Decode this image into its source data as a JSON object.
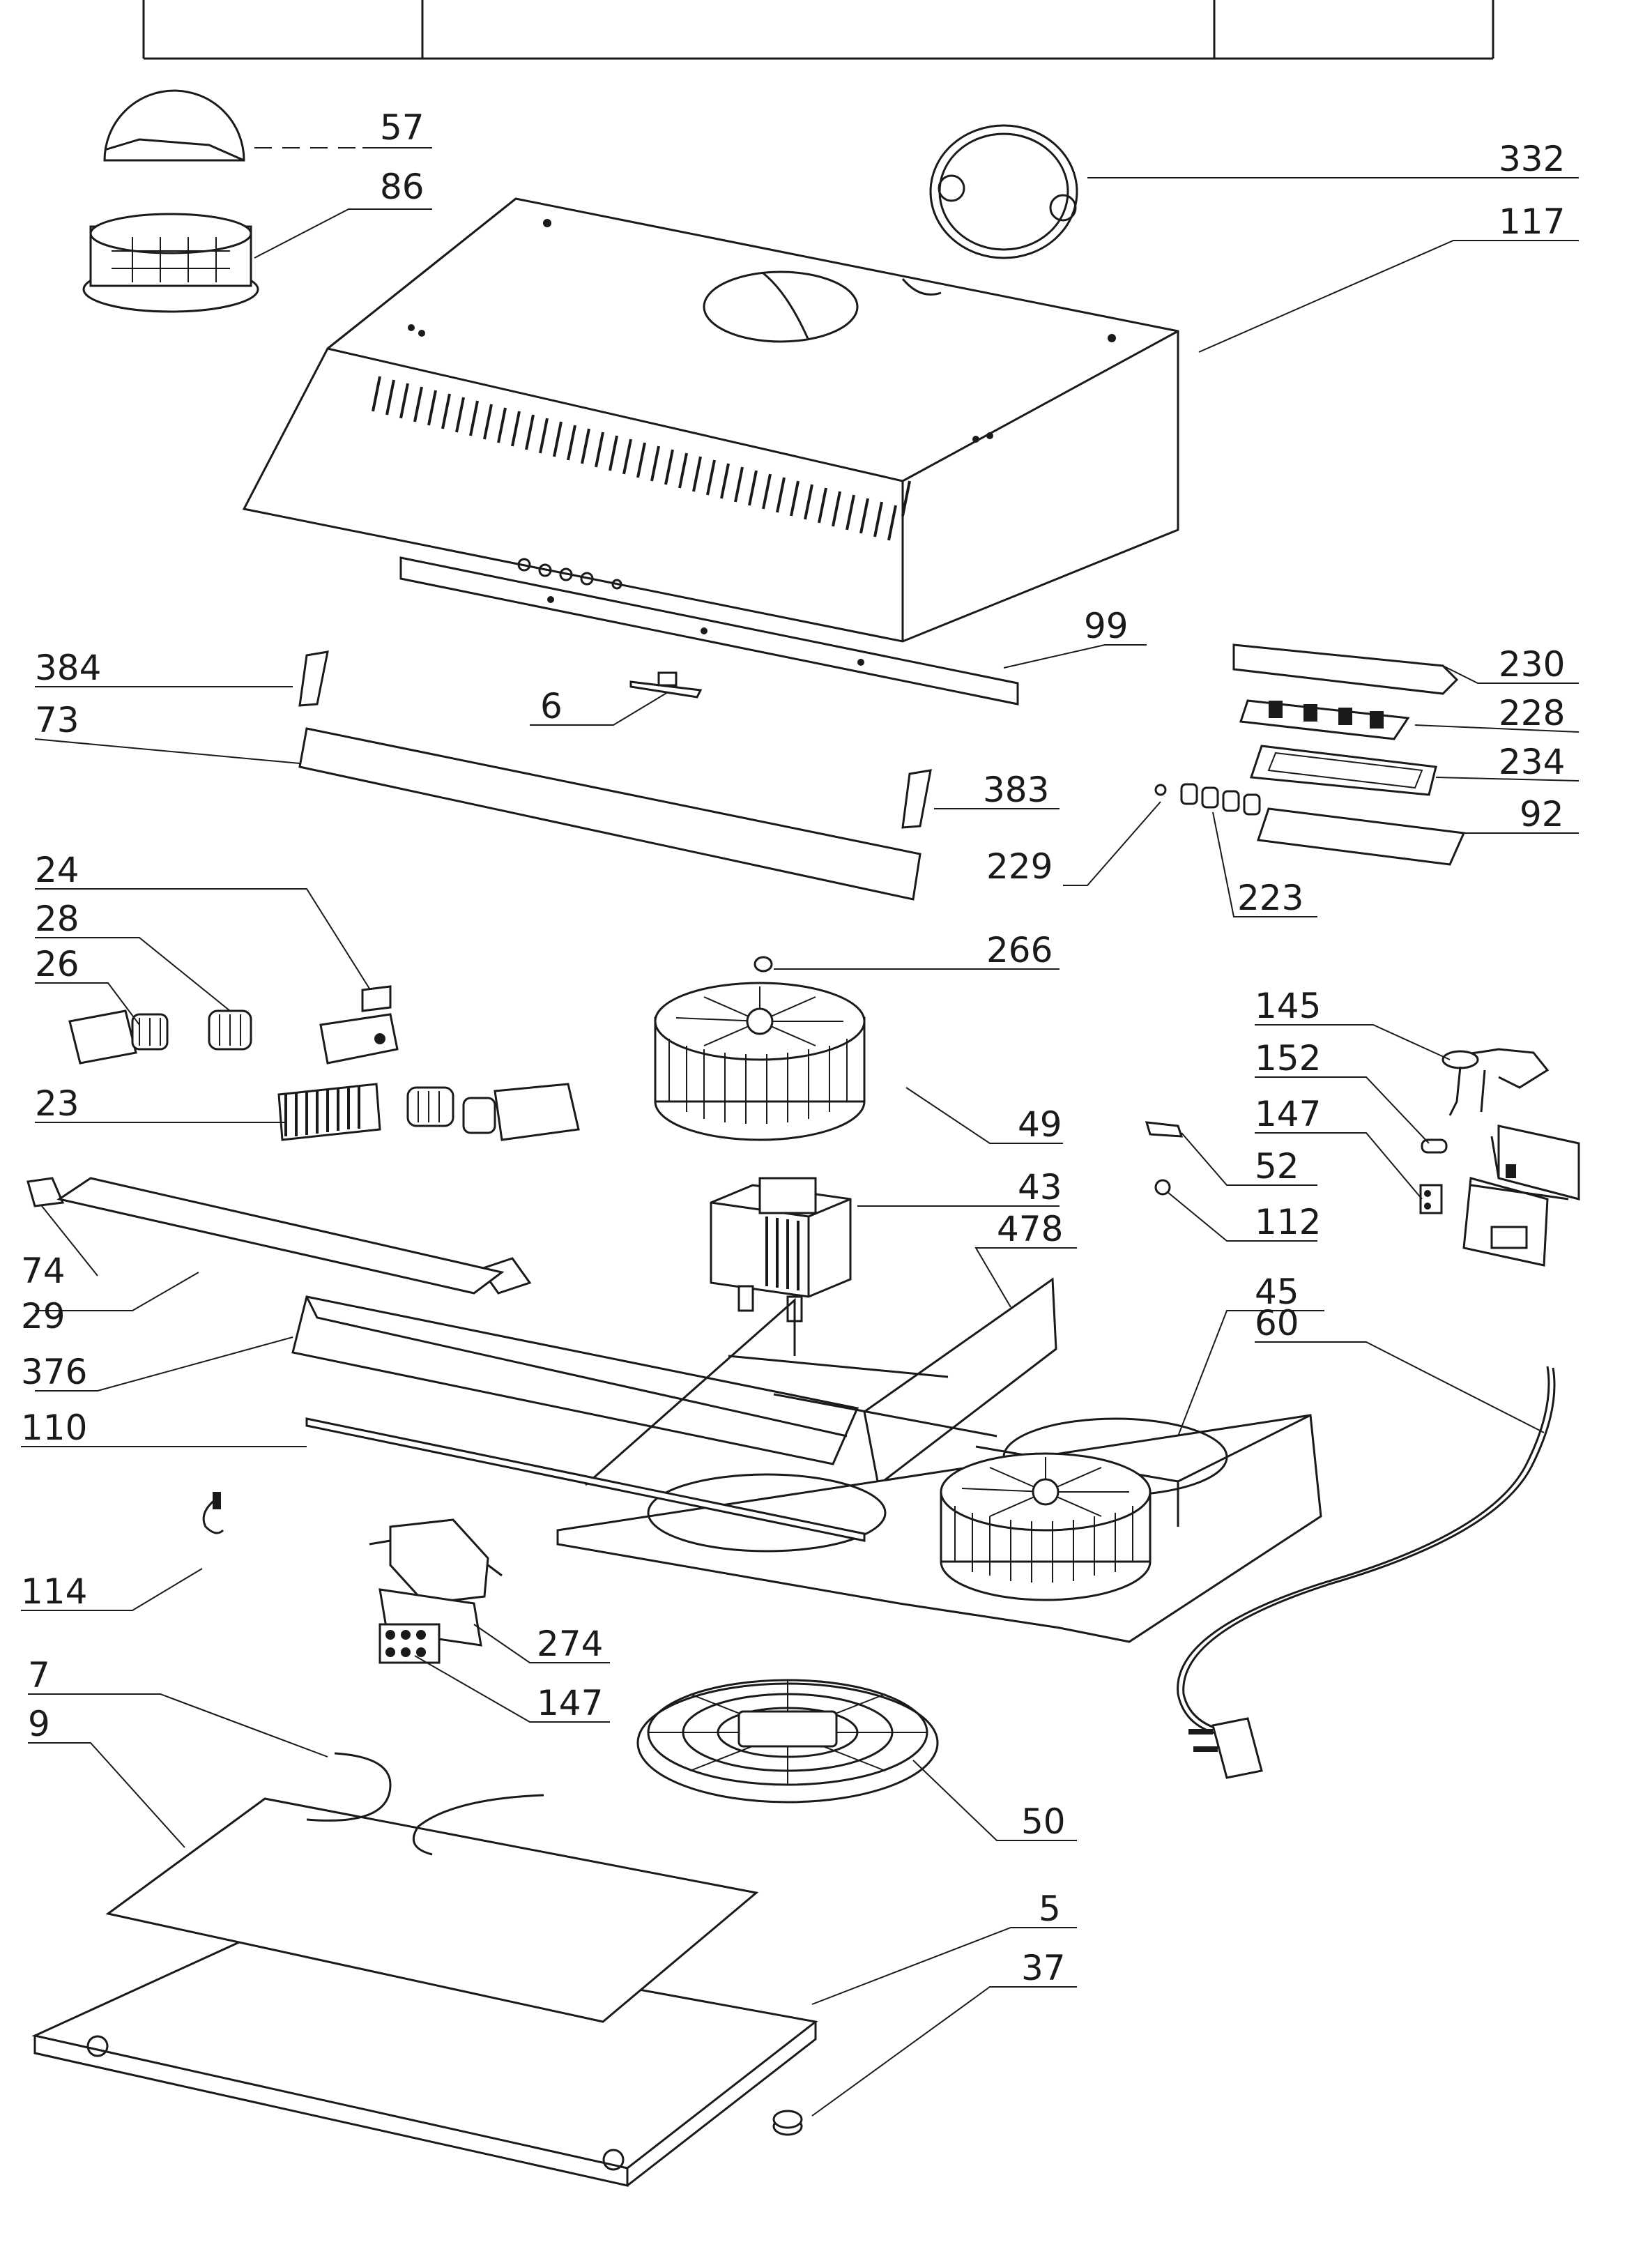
{
  "colors": {
    "ink": "#1a1a1a",
    "paper": "#ffffff"
  },
  "callouts": [
    {
      "id": "57",
      "label": "57"
    },
    {
      "id": "86",
      "label": "86"
    },
    {
      "id": "332",
      "label": "332"
    },
    {
      "id": "117",
      "label": "117"
    },
    {
      "id": "99",
      "label": "99"
    },
    {
      "id": "384",
      "label": "384"
    },
    {
      "id": "6",
      "label": "6"
    },
    {
      "id": "73",
      "label": "73"
    },
    {
      "id": "383",
      "label": "383"
    },
    {
      "id": "230",
      "label": "230"
    },
    {
      "id": "228",
      "label": "228"
    },
    {
      "id": "234",
      "label": "234"
    },
    {
      "id": "92",
      "label": "92"
    },
    {
      "id": "229",
      "label": "229"
    },
    {
      "id": "223",
      "label": "223"
    },
    {
      "id": "24",
      "label": "24"
    },
    {
      "id": "28",
      "label": "28"
    },
    {
      "id": "26",
      "label": "26"
    },
    {
      "id": "266",
      "label": "266"
    },
    {
      "id": "23",
      "label": "23"
    },
    {
      "id": "49",
      "label": "49"
    },
    {
      "id": "145",
      "label": "145"
    },
    {
      "id": "152",
      "label": "152"
    },
    {
      "id": "147a",
      "label": "147"
    },
    {
      "id": "52",
      "label": "52"
    },
    {
      "id": "43",
      "label": "43"
    },
    {
      "id": "112",
      "label": "112"
    },
    {
      "id": "74",
      "label": "74"
    },
    {
      "id": "29",
      "label": "29"
    },
    {
      "id": "478",
      "label": "478"
    },
    {
      "id": "45",
      "label": "45"
    },
    {
      "id": "60",
      "label": "60"
    },
    {
      "id": "376",
      "label": "376"
    },
    {
      "id": "110",
      "label": "110"
    },
    {
      "id": "114",
      "label": "114"
    },
    {
      "id": "274",
      "label": "274"
    },
    {
      "id": "147b",
      "label": "147"
    },
    {
      "id": "7",
      "label": "7"
    },
    {
      "id": "9",
      "label": "9"
    },
    {
      "id": "50",
      "label": "50"
    },
    {
      "id": "5",
      "label": "5"
    },
    {
      "id": "37",
      "label": "37"
    }
  ]
}
